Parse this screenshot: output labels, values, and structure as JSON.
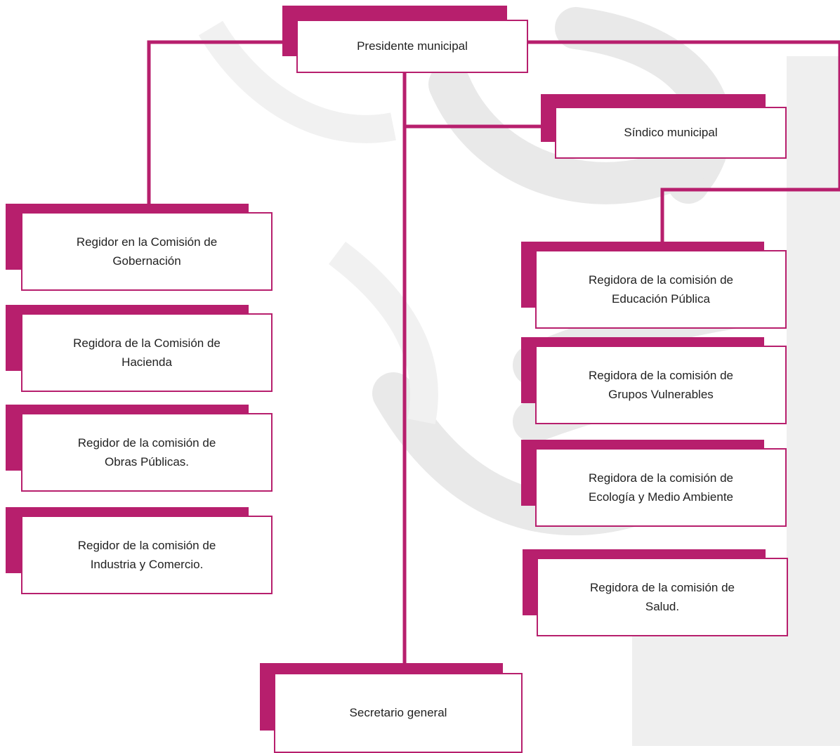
{
  "colors": {
    "accent": "#b71f6d",
    "watermark": "#e6e6e6"
  },
  "chart": {
    "nodes": {
      "president": {
        "label": "Presidente municipal"
      },
      "sindico": {
        "label": "Síndico municipal"
      },
      "gobernacion": {
        "label": "Regidor en la Comisión de\nGobernación"
      },
      "hacienda": {
        "label": "Regidora de la Comisión de\nHacienda"
      },
      "obras": {
        "label": "Regidor de la comisión de\nObras Públicas."
      },
      "industria": {
        "label": "Regidor de la comisión de\nIndustria y Comercio."
      },
      "educacion": {
        "label": "Regidora de la comisión de\nEducación Pública"
      },
      "grupos": {
        "label": "Regidora de la comisión de\nGrupos Vulnerables"
      },
      "ecologia": {
        "label": "Regidora de la comisión de\nEcología y Medio Ambiente"
      },
      "salud": {
        "label": "Regidora de la comisión de\nSalud."
      },
      "secretario": {
        "label": "Secretario general"
      }
    }
  }
}
